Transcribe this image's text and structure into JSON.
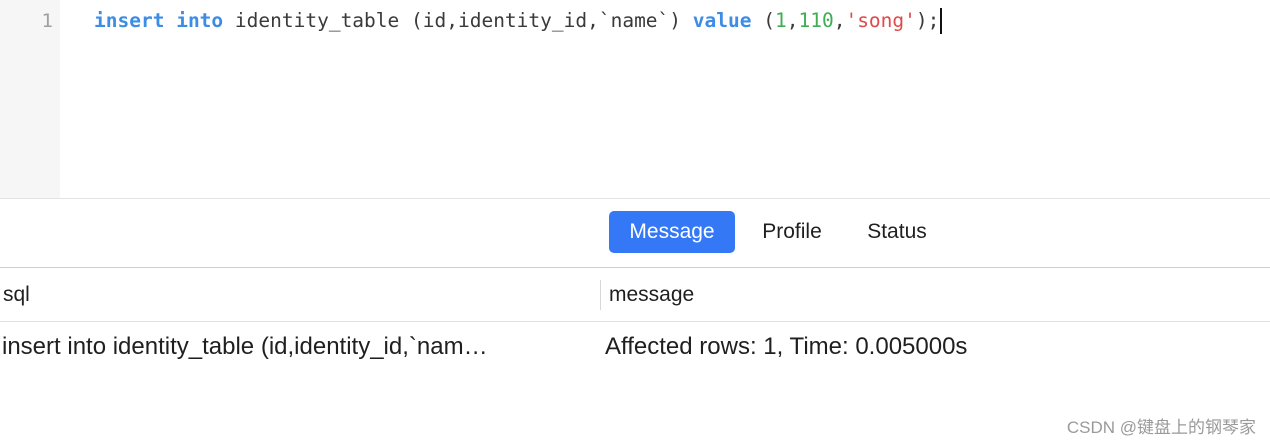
{
  "editor": {
    "line_number": "1",
    "code_tokens": [
      {
        "text": "insert",
        "kind": "kw"
      },
      {
        "text": " ",
        "kind": "plain"
      },
      {
        "text": "into",
        "kind": "kw"
      },
      {
        "text": " identity_table (id,identity_id,`name`) ",
        "kind": "plain"
      },
      {
        "text": "value",
        "kind": "kw"
      },
      {
        "text": " (",
        "kind": "plain"
      },
      {
        "text": "1",
        "kind": "num"
      },
      {
        "text": ",",
        "kind": "plain"
      },
      {
        "text": "110",
        "kind": "num"
      },
      {
        "text": ",",
        "kind": "plain"
      },
      {
        "text": "'song'",
        "kind": "str"
      },
      {
        "text": ");",
        "kind": "plain"
      }
    ],
    "colors": {
      "keyword": "#3d8ce6",
      "number": "#3fae52",
      "string": "#e0484a"
    }
  },
  "tabs": {
    "message": "Message",
    "profile": "Profile",
    "status": "Status",
    "active": "message",
    "accent_color": "#3478f6"
  },
  "grid": {
    "columns": {
      "sql": "sql",
      "message": "message"
    },
    "rows": [
      {
        "sql": "insert into identity_table (id,identity_id,`nam…",
        "message": "Affected rows: 1, Time: 0.005000s"
      }
    ]
  },
  "watermark": "CSDN @键盘上的钢琴家"
}
